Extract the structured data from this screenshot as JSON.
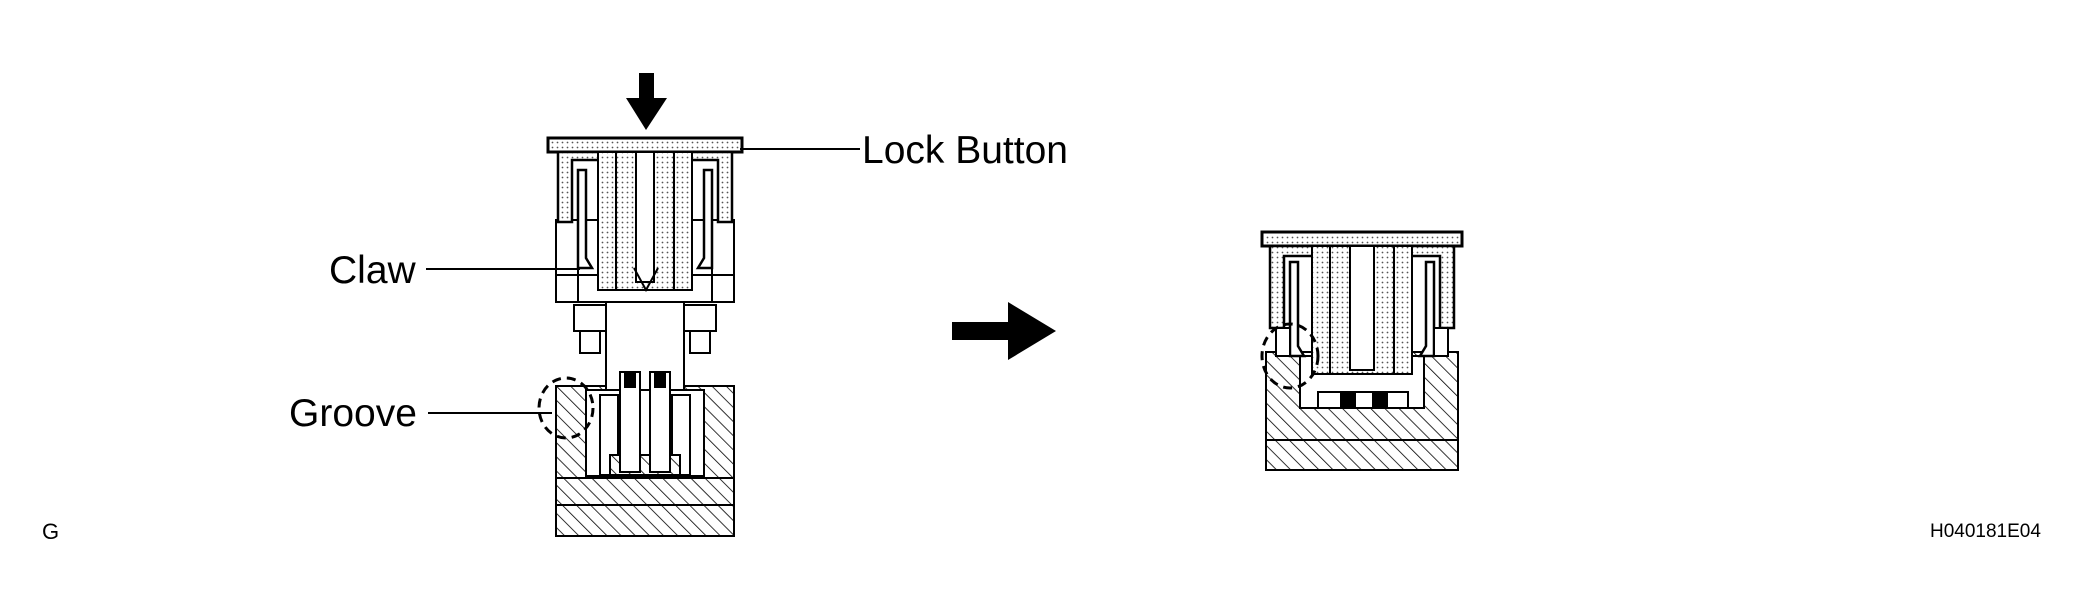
{
  "labels": {
    "lock_button": "Lock Button",
    "claw": "Claw",
    "groove": "Groove"
  },
  "corner_left": "G",
  "figure_code": "H040181E04",
  "colors": {
    "ink": "#000000",
    "paper": "#ffffff",
    "dots": "#555555"
  }
}
